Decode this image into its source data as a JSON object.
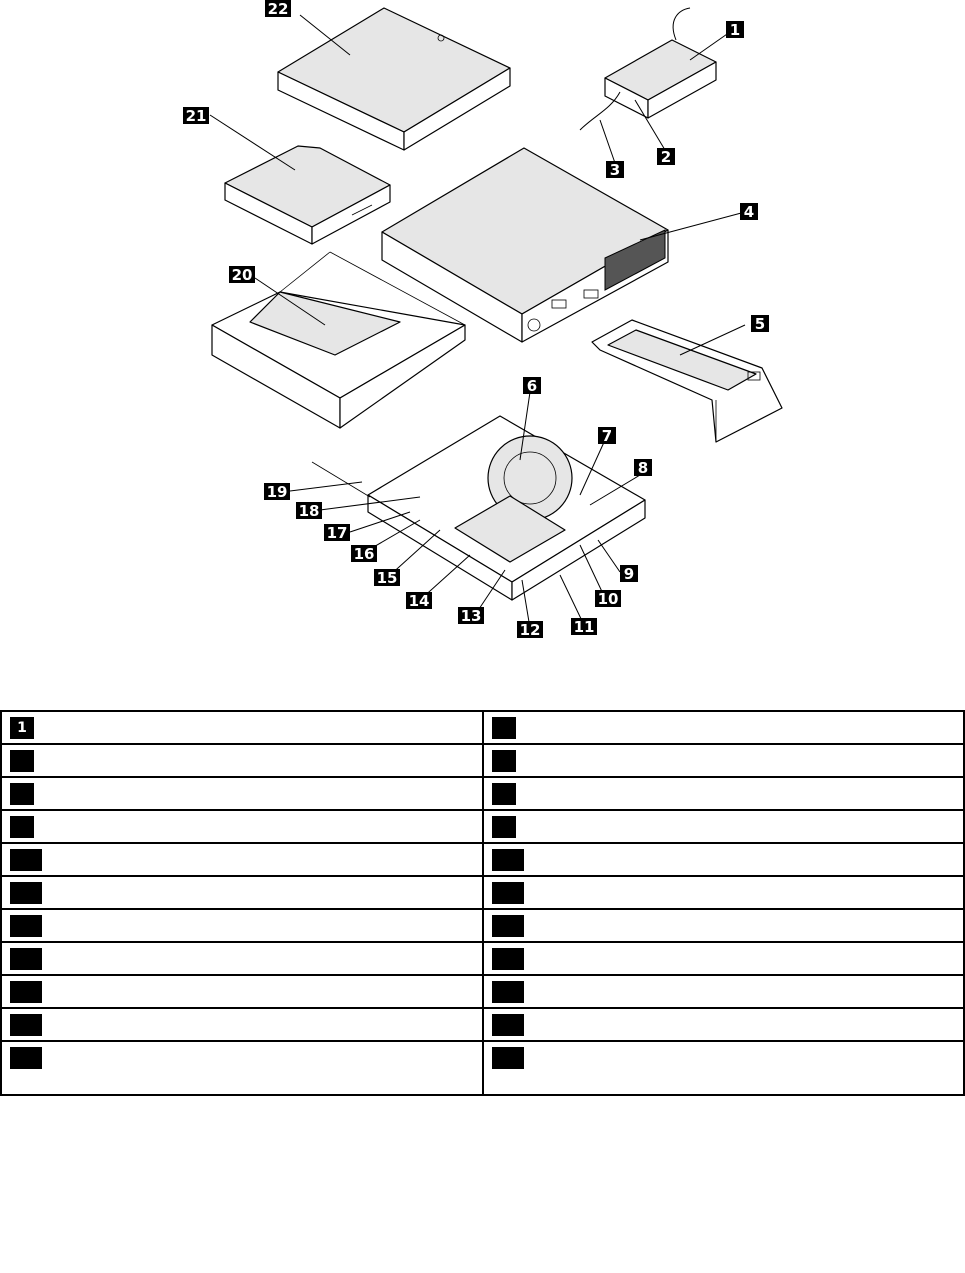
{
  "callouts": [
    "1",
    "2",
    "3",
    "4",
    "5",
    "6",
    "7",
    "8",
    "9",
    "10",
    "11",
    "12",
    "13",
    "14",
    "15",
    "16",
    "17",
    "18",
    "19",
    "20",
    "21",
    "22"
  ],
  "table": {
    "rows": [
      {
        "left": {
          "num": "1",
          "name": ""
        },
        "right": {
          "num": "",
          "name": ""
        }
      },
      {
        "left": {
          "num": "",
          "name": ""
        },
        "right": {
          "num": "",
          "name": ""
        }
      },
      {
        "left": {
          "num": "",
          "name": ""
        },
        "right": {
          "num": "",
          "name": ""
        }
      },
      {
        "left": {
          "num": "",
          "name": ""
        },
        "right": {
          "num": "",
          "name": ""
        }
      },
      {
        "left": {
          "num": "",
          "name": ""
        },
        "right": {
          "num": "",
          "name": ""
        }
      },
      {
        "left": {
          "num": "",
          "name": ""
        },
        "right": {
          "num": "",
          "name": ""
        }
      },
      {
        "left": {
          "num": "",
          "name": ""
        },
        "right": {
          "num": "",
          "name": ""
        }
      },
      {
        "left": {
          "num": "",
          "name": ""
        },
        "right": {
          "num": "",
          "name": ""
        }
      },
      {
        "left": {
          "num": "",
          "name": ""
        },
        "right": {
          "num": "",
          "name": ""
        }
      },
      {
        "left": {
          "num": "",
          "name": ""
        },
        "right": {
          "num": "",
          "name": ""
        }
      },
      {
        "left": {
          "num": "",
          "name": ""
        },
        "right": {
          "num": "",
          "name": ""
        }
      }
    ]
  }
}
